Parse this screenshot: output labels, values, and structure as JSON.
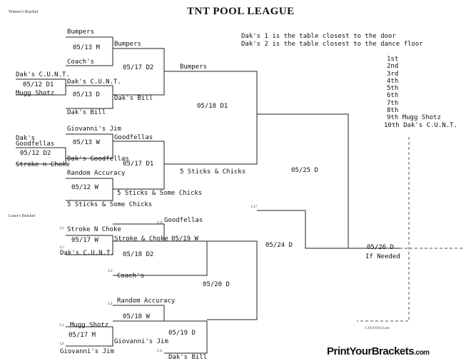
{
  "header": {
    "winners_label": "Winner's Bracket",
    "title": "TNT POOL LEAGUE",
    "losers_label": "Loser's Bracket"
  },
  "notes": {
    "line1": "Dak's 1 is the table closest to the door",
    "line2": "Dak's 2 is the table closest to the dance floor"
  },
  "standings": [
    {
      "place": "1st",
      "team": ""
    },
    {
      "place": "2nd",
      "team": ""
    },
    {
      "place": "3rd",
      "team": ""
    },
    {
      "place": "4th",
      "team": ""
    },
    {
      "place": "5th",
      "team": ""
    },
    {
      "place": "6th",
      "team": ""
    },
    {
      "place": "7th",
      "team": ""
    },
    {
      "place": "8th",
      "team": ""
    },
    {
      "place": "9th",
      "team": "Mugg Shotz"
    },
    {
      "place": "10th",
      "team": "Dak's C.U.N.T."
    }
  ],
  "winners": {
    "r1_team_a": "Bumpers",
    "r1_game_a": "05/13 M",
    "r1_team_b": "Coach's",
    "pre_team_a": "Dak's C.U.N.T.",
    "pre_game_a": "05/12 D1",
    "pre_team_b": "Mugg Shotz",
    "r1_team_c": "Dak's C.U.N.T.",
    "r1_game_c": "05/13 D",
    "r1_team_d": "Dak's Bill",
    "r1_team_e": "Giovanni's Jim",
    "r1_game_e": "05/13 W",
    "pre_team_c1": "Dak's",
    "pre_team_c2": "Goodfellas",
    "pre_game_c": "05/12 D2",
    "pre_team_d": "Stroke n Choke",
    "r1_team_f": "Dak's Goodfellas",
    "r1_team_g": "Random Accuracy",
    "r1_game_g": "05/12 W",
    "r1_team_h": "5 Sticks & Some Chicks",
    "r2_team_a": "Bumpers",
    "r2_game_a": "05/17 D2",
    "r2_team_b": "Dak's Bill",
    "r2_team_c": "Goodfellas",
    "r2_game_c": "05/17 D1",
    "r2_team_d": "5 Sticks & Some Chicks",
    "r3_team_a": "Bumpers",
    "r3_game_a": "05/18 D1",
    "r3_team_b": "5 Sticks & Chicks",
    "final_game": "05/25 D",
    "champ_game": "05/26 D",
    "champ_note": "If Needed",
    "l18_note": "L18 If First Loss"
  },
  "losers": {
    "l2": "L2",
    "team_a": "Stroke N Choke",
    "game_a": "05/17 W",
    "l5": "L5",
    "team_b": "Dak's C.U.N.T.",
    "l12": "L12",
    "team_c": "Goodfellas",
    "team_d": "Stroke & Choke",
    "game_d": "05/18 D2",
    "game_cd": "05/19 W",
    "l3": "L3",
    "team_e": "Coach's",
    "l17": "L17",
    "game_f": "05/24 D",
    "game_g": "05/20 D",
    "l4": "L4",
    "team_h": "Random Accuracy",
    "game_h": "05/18 W",
    "l1": "L1",
    "team_i": "Mugg Shotz",
    "game_i": "05/17 M",
    "l6": "L6",
    "team_j": "Giovanni's Jim",
    "team_k": "Giovanni's Jim",
    "game_k": "05/19 D",
    "l11": "L11",
    "team_l": "Dak's Bill"
  },
  "footer": {
    "logo_main": "PrintYourBrackets",
    "logo_suffix": ".com"
  }
}
